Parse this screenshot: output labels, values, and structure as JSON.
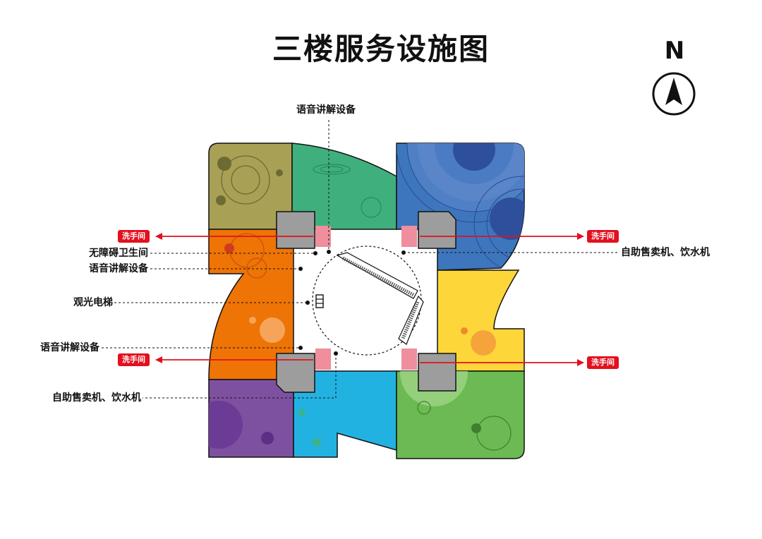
{
  "title": "三楼服务设施图",
  "compass": {
    "letter": "N",
    "icon": "north-arrow-icon"
  },
  "colors": {
    "olive": "#a8a055",
    "teal": "#3fb07d",
    "blue": "#3d76bd",
    "orange": "#ee7406",
    "yellow": "#fdd63a",
    "purple": "#7d51a0",
    "cyan": "#22b2e2",
    "green": "#6bba53",
    "toilet_red": "#e3101e",
    "pink": "#ef8e9c",
    "gray": "#9d9d9d"
  },
  "labels": {
    "audio_top": "语音讲解设备",
    "accessible_toilet": "无障碍卫生间",
    "audio_left_upper": "语音讲解设备",
    "elevator": "观光电梯",
    "audio_left_lower": "语音讲解设备",
    "vending_left": "自助售卖机、饮水机",
    "vending_right": "自助售卖机、饮水机"
  },
  "restrooms": {
    "top_left": "洗手间",
    "top_right": "洗手间",
    "bottom_left": "洗手间",
    "bottom_right": "洗手间"
  }
}
